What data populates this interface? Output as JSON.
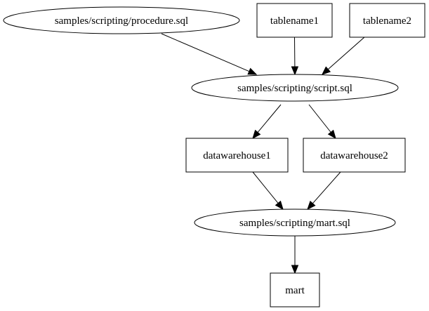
{
  "graph": {
    "nodes": [
      {
        "id": "procedure",
        "label": "samples/scripting/procedure.sql",
        "shape": "ellipse"
      },
      {
        "id": "tablename1",
        "label": "tablename1",
        "shape": "box"
      },
      {
        "id": "tablename2",
        "label": "tablename2",
        "shape": "box"
      },
      {
        "id": "script",
        "label": "samples/scripting/script.sql",
        "shape": "ellipse"
      },
      {
        "id": "datawarehouse1",
        "label": "datawarehouse1",
        "shape": "box"
      },
      {
        "id": "datawarehouse2",
        "label": "datawarehouse2",
        "shape": "box"
      },
      {
        "id": "mart_sql",
        "label": "samples/scripting/mart.sql",
        "shape": "ellipse"
      },
      {
        "id": "mart",
        "label": "mart",
        "shape": "box"
      }
    ],
    "edges": [
      {
        "from": "procedure",
        "to": "script"
      },
      {
        "from": "tablename1",
        "to": "script"
      },
      {
        "from": "tablename2",
        "to": "script"
      },
      {
        "from": "script",
        "to": "datawarehouse1"
      },
      {
        "from": "script",
        "to": "datawarehouse2"
      },
      {
        "from": "datawarehouse1",
        "to": "mart_sql"
      },
      {
        "from": "datawarehouse2",
        "to": "mart_sql"
      },
      {
        "from": "mart_sql",
        "to": "mart"
      }
    ]
  }
}
